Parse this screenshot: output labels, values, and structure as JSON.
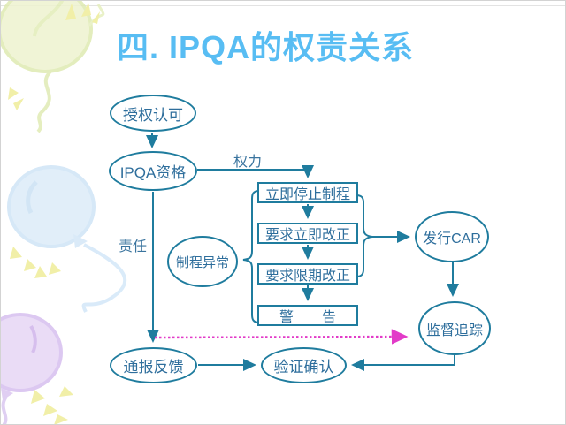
{
  "slide": {
    "title": "四. IPQA的权责关系"
  },
  "colors": {
    "title": "#58bdf3",
    "line": "#1f7c9e",
    "node_text": "#2e6e9c",
    "pink_dotted": "#e23bc8",
    "balloon_green": "#eef3d0",
    "balloon_blue": "#dcecf9",
    "balloon_purple": "#e8d9f6",
    "sparkle_yellow": "#f1efa8"
  },
  "nodes": {
    "authorize": "授权认可",
    "ipqa": "IPQA资格",
    "abnormal": "制程异常",
    "stop": "立即停止制程",
    "correct_now": "要求立即改正",
    "correct_deadline": "要求限期改正",
    "warning": "警　　告",
    "car": "发行CAR",
    "track": "监督追踪",
    "report": "通报反馈",
    "verify": "验证确认"
  },
  "edge_labels": {
    "authority": "权力",
    "responsibility": "责任"
  }
}
